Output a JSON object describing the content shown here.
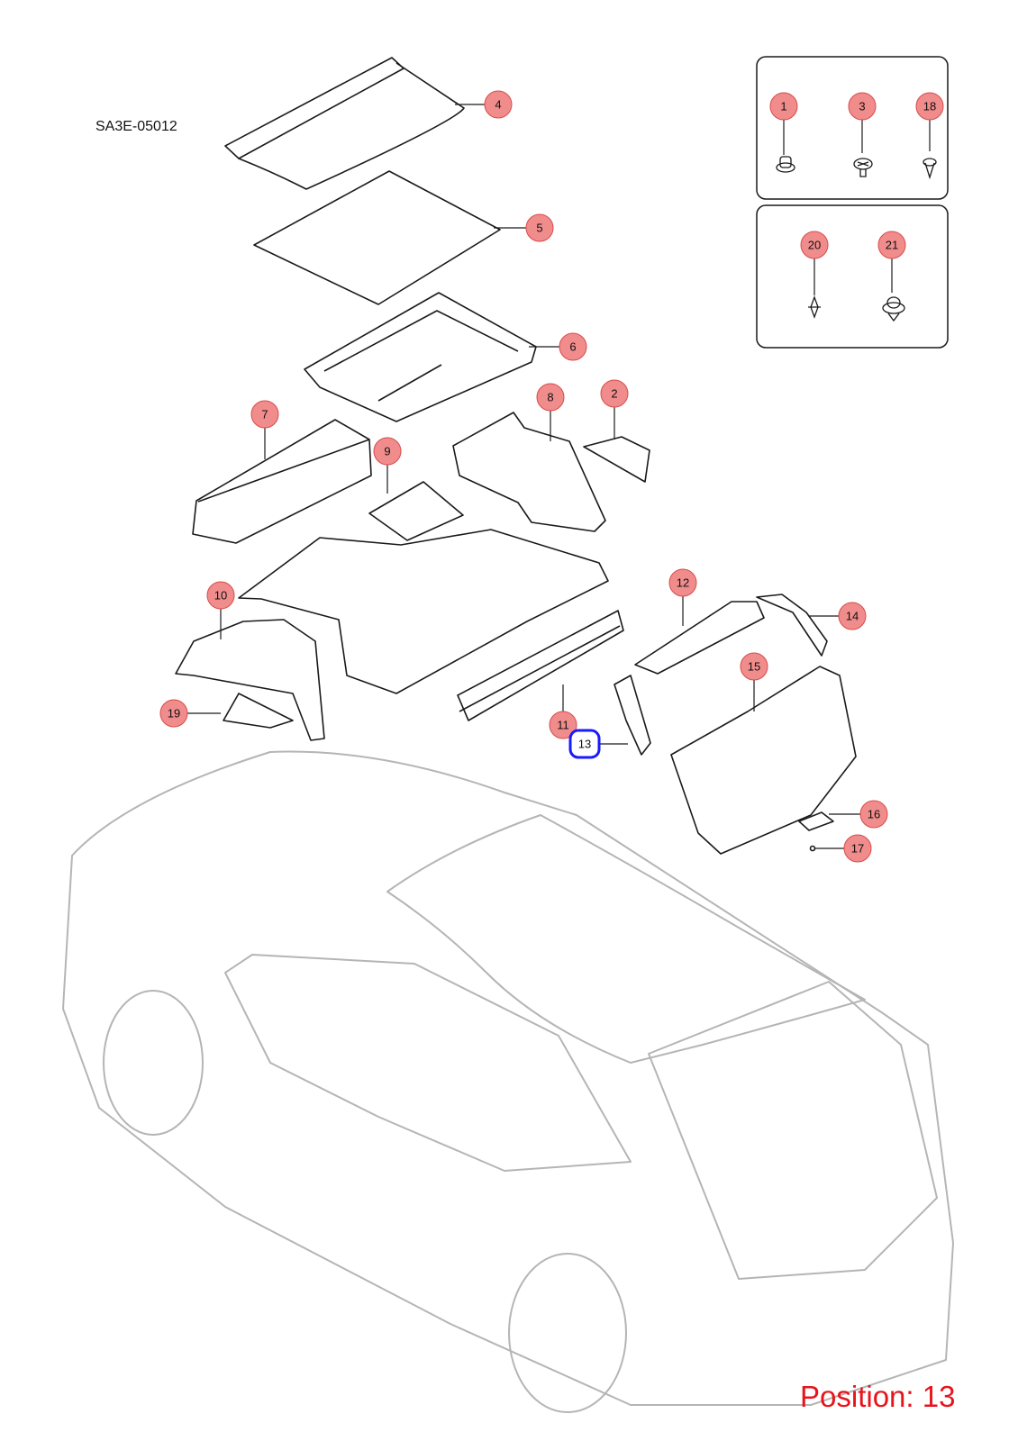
{
  "diagram_code": "SA3E-05012",
  "position_label": "Position: 13",
  "selected_callout": "13",
  "colors": {
    "callout_fill": "#f08c8c",
    "callout_stroke": "#d94b4b",
    "highlight": "#1a1aff",
    "position_text": "#e8141c",
    "line_art": "#1a1a1a",
    "vehicle_art": "#b5b5b5"
  },
  "callouts": [
    "1",
    "2",
    "3",
    "4",
    "5",
    "6",
    "7",
    "8",
    "9",
    "10",
    "11",
    "12",
    "13",
    "14",
    "15",
    "16",
    "17",
    "18",
    "19",
    "20",
    "21"
  ]
}
